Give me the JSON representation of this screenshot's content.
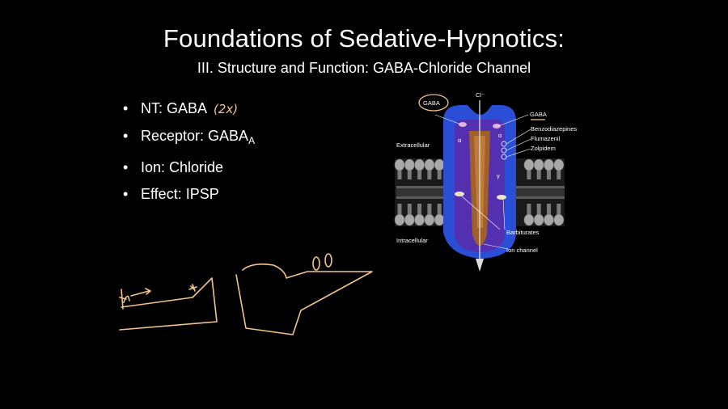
{
  "slide": {
    "title": "Foundations of Sedative-Hypnotics:",
    "subtitle": "III. Structure and Function: GABA-Chloride Channel"
  },
  "bullets": [
    {
      "label": "NT: GABA",
      "annotation": "(2x)"
    },
    {
      "label": "Receptor: GABA",
      "subscript": "A"
    },
    {
      "label": "Ion: Chloride"
    },
    {
      "label": "Effect: IPSP"
    }
  ],
  "diagram": {
    "labels": {
      "gaba_left": "GABA",
      "gaba_right": "GABA",
      "chloride": "Cl⁻",
      "extracellular": "Extracellular",
      "intracellular": "Intracellular",
      "benzodiazepines": "Benzodiazepines",
      "flumazenil": "Flumazenil",
      "zolpidem": "Zolpidem",
      "barbiturates": "Barbiturates",
      "ion_channel": "Ion channel"
    },
    "colors": {
      "receptor": "#2a4fd6",
      "receptor_inner": "#5a2aa8",
      "pore": "#a0602a",
      "membrane": "#9a9a9a",
      "annotation_ink": "#f3c58a"
    }
  }
}
